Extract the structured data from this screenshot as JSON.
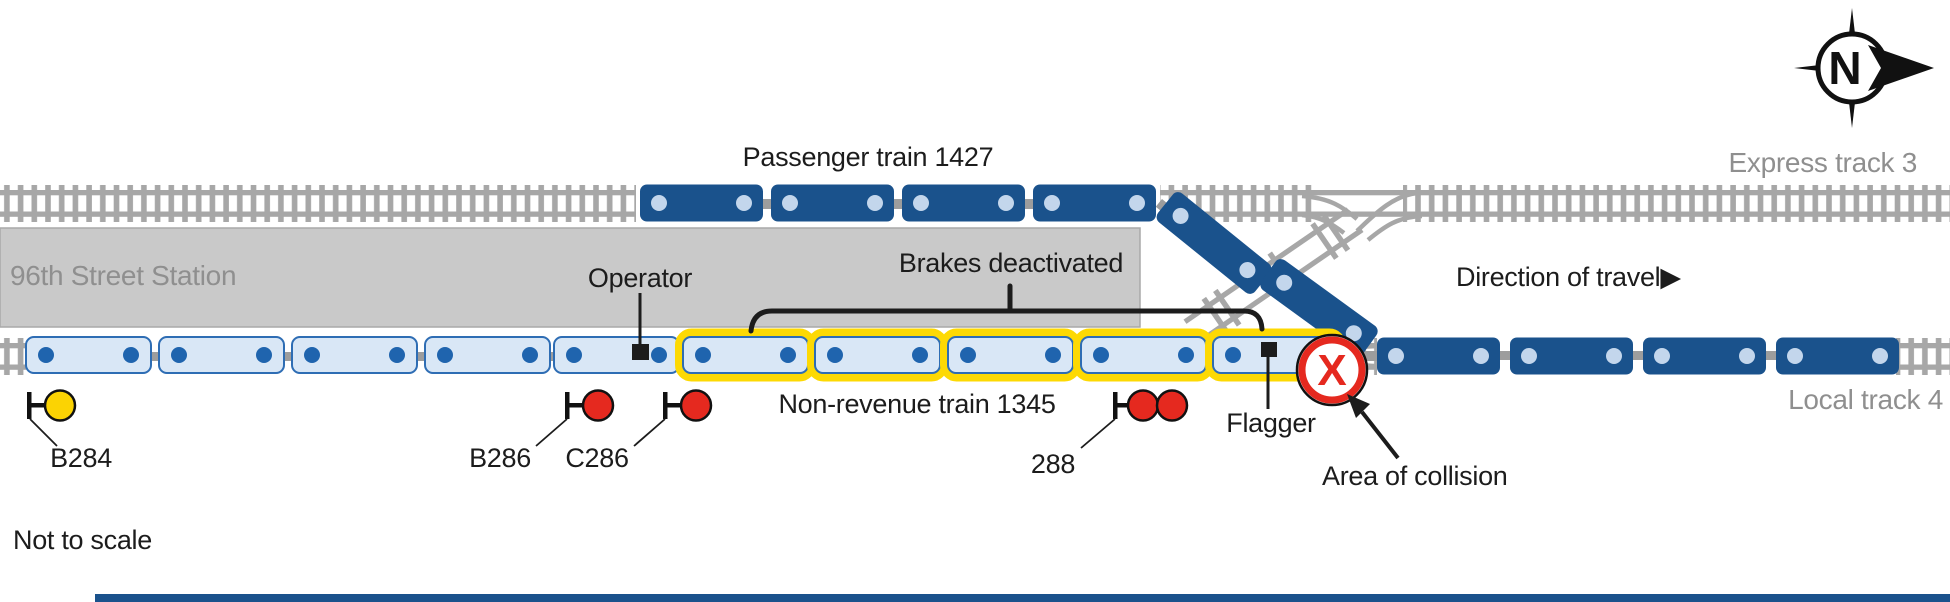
{
  "diagram": {
    "note": "Not to scale",
    "station": {
      "name": "96th Street Station"
    },
    "tracks": {
      "express": "Express track 3",
      "local": "Local track 4"
    },
    "trains": {
      "passenger": {
        "label": "Passenger train 1427",
        "cars": 10
      },
      "non_revenue": {
        "label": "Non-revenue train 1345",
        "cars": 10,
        "cars_with_brakes_deactivated": 5
      }
    },
    "annotations": {
      "operator": "Operator",
      "brakes": "Brakes deactivated",
      "flagger": "Flagger",
      "collision": "Area of collision",
      "direction": "Direction of travel▶",
      "collision_mark": "X"
    },
    "signals": [
      {
        "id": "B284",
        "aspect": "yellow"
      },
      {
        "id": "B286",
        "aspect": "red"
      },
      {
        "id": "C286",
        "aspect": "red"
      },
      {
        "id": "288",
        "aspect": "red-red"
      }
    ],
    "compass": {
      "north": "N"
    },
    "colors": {
      "train_dark_blue": "#1a528c",
      "train_light_blue": "#d9e7f6",
      "car_border_blue": "#2e6db4",
      "wheel_light": "#c3d6ec",
      "wheel_dark": "#1f64ae",
      "highlight_yellow": "#fdd903",
      "signal_red": "#e5291f",
      "signal_yellow": "#fbd303",
      "track_gray": "#a7a7a7",
      "station_gray": "#c9c9c9"
    }
  }
}
